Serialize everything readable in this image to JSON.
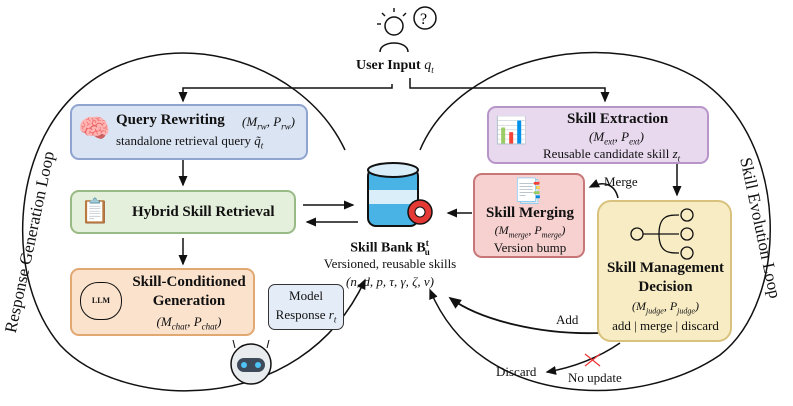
{
  "user_input": {
    "label": "User Input",
    "var": "q",
    "sub": "t"
  },
  "loops": {
    "left": "Response Generation Loop",
    "right": "Skill Evolution Loop"
  },
  "query_rewriting": {
    "title": "Query Rewriting",
    "params": "(M_rw, P_rw)",
    "desc": "standalone retrieval query q̃_t",
    "color": "#dbe4f3",
    "border": "#8fa4cf"
  },
  "hybrid_retrieval": {
    "title": "Hybrid Skill Retrieval",
    "color": "#e4efdc",
    "border": "#98bb86"
  },
  "generation": {
    "title1": "Skill-Conditioned",
    "title2": "Generation",
    "params": "(M_chat, P_chat)",
    "icon_label": "LLM",
    "color": "#fbe2cc",
    "border": "#e2a872"
  },
  "model_response": {
    "line1": "Model",
    "line2": "Response r_t"
  },
  "skill_bank": {
    "title": "Skill Bank B",
    "sup": "t",
    "sub": "u",
    "desc": "Versioned, reusable skills",
    "tuple": "(n, d, p, τ, γ, ζ, v)"
  },
  "extraction": {
    "title": "Skill Extraction",
    "params": "(M_ext, P_ext)",
    "desc": "Reusable candidate skill z_t",
    "color": "#e8d9ef",
    "border": "#b795c9"
  },
  "merging": {
    "title": "Skill Merging",
    "params": "(M_merge, P_merge)",
    "desc": "Version bump",
    "color": "#f7d0d0",
    "border": "#c77777"
  },
  "decision": {
    "title1": "Skill Management",
    "title2": "Decision",
    "params": "(M_judge, P_judge)",
    "options": "add | merge | discard",
    "color": "#f8ecc4",
    "border": "#d8c27d"
  },
  "edges": {
    "merge": "Merge",
    "add": "Add",
    "discard": "Discard",
    "no_update": "No update"
  }
}
